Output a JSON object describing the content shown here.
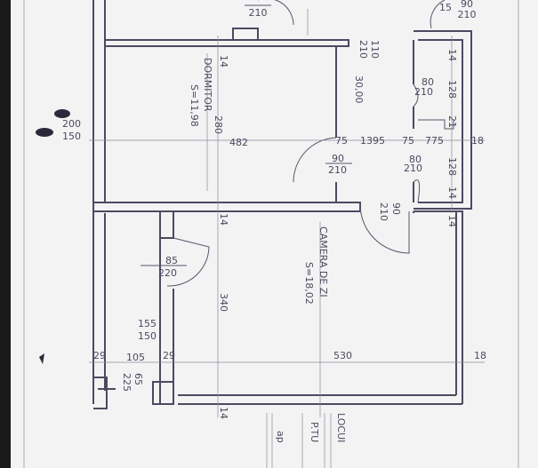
{
  "plan": {
    "top_door_left": {
      "width": "",
      "height": "210"
    },
    "top_door_right": {
      "width": "90",
      "height": "210",
      "side": "15"
    },
    "bedroom": {
      "name": "DORMITOR",
      "area": "S=11,98",
      "depth": "280",
      "length": "482"
    },
    "hall": {
      "length": "30,00",
      "door": {
        "width": "110",
        "height": "210"
      }
    },
    "bath_door_top": {
      "width": "80",
      "height": "210"
    },
    "bath_door_bottom": {
      "width": "80",
      "height": "210"
    },
    "bath_dims": [
      "14",
      "128",
      "21",
      "128",
      "14"
    ],
    "row_dims": [
      "75",
      "1395",
      "75",
      "775",
      "18"
    ],
    "bedroom_door": {
      "width": "90",
      "height": "210"
    },
    "living_door": {
      "width": "90",
      "height": "210"
    },
    "window_bedroom": {
      "width": "200",
      "height": "150"
    },
    "balcony_door": {
      "width": "85",
      "height": "220"
    },
    "living": {
      "name": "CAMERA DE ZI",
      "area": "S=18,02",
      "depth": "340"
    },
    "window_living": {
      "width": "155",
      "height": "150"
    },
    "bottom_dims": [
      "29",
      "105",
      "29",
      "530",
      "18"
    ],
    "small_window": {
      "width": "65",
      "height": "225"
    },
    "wall_marks": [
      "14",
      "14",
      "14",
      "14"
    ],
    "footer": [
      "LOCUI",
      "P.TU",
      "ap"
    ]
  }
}
